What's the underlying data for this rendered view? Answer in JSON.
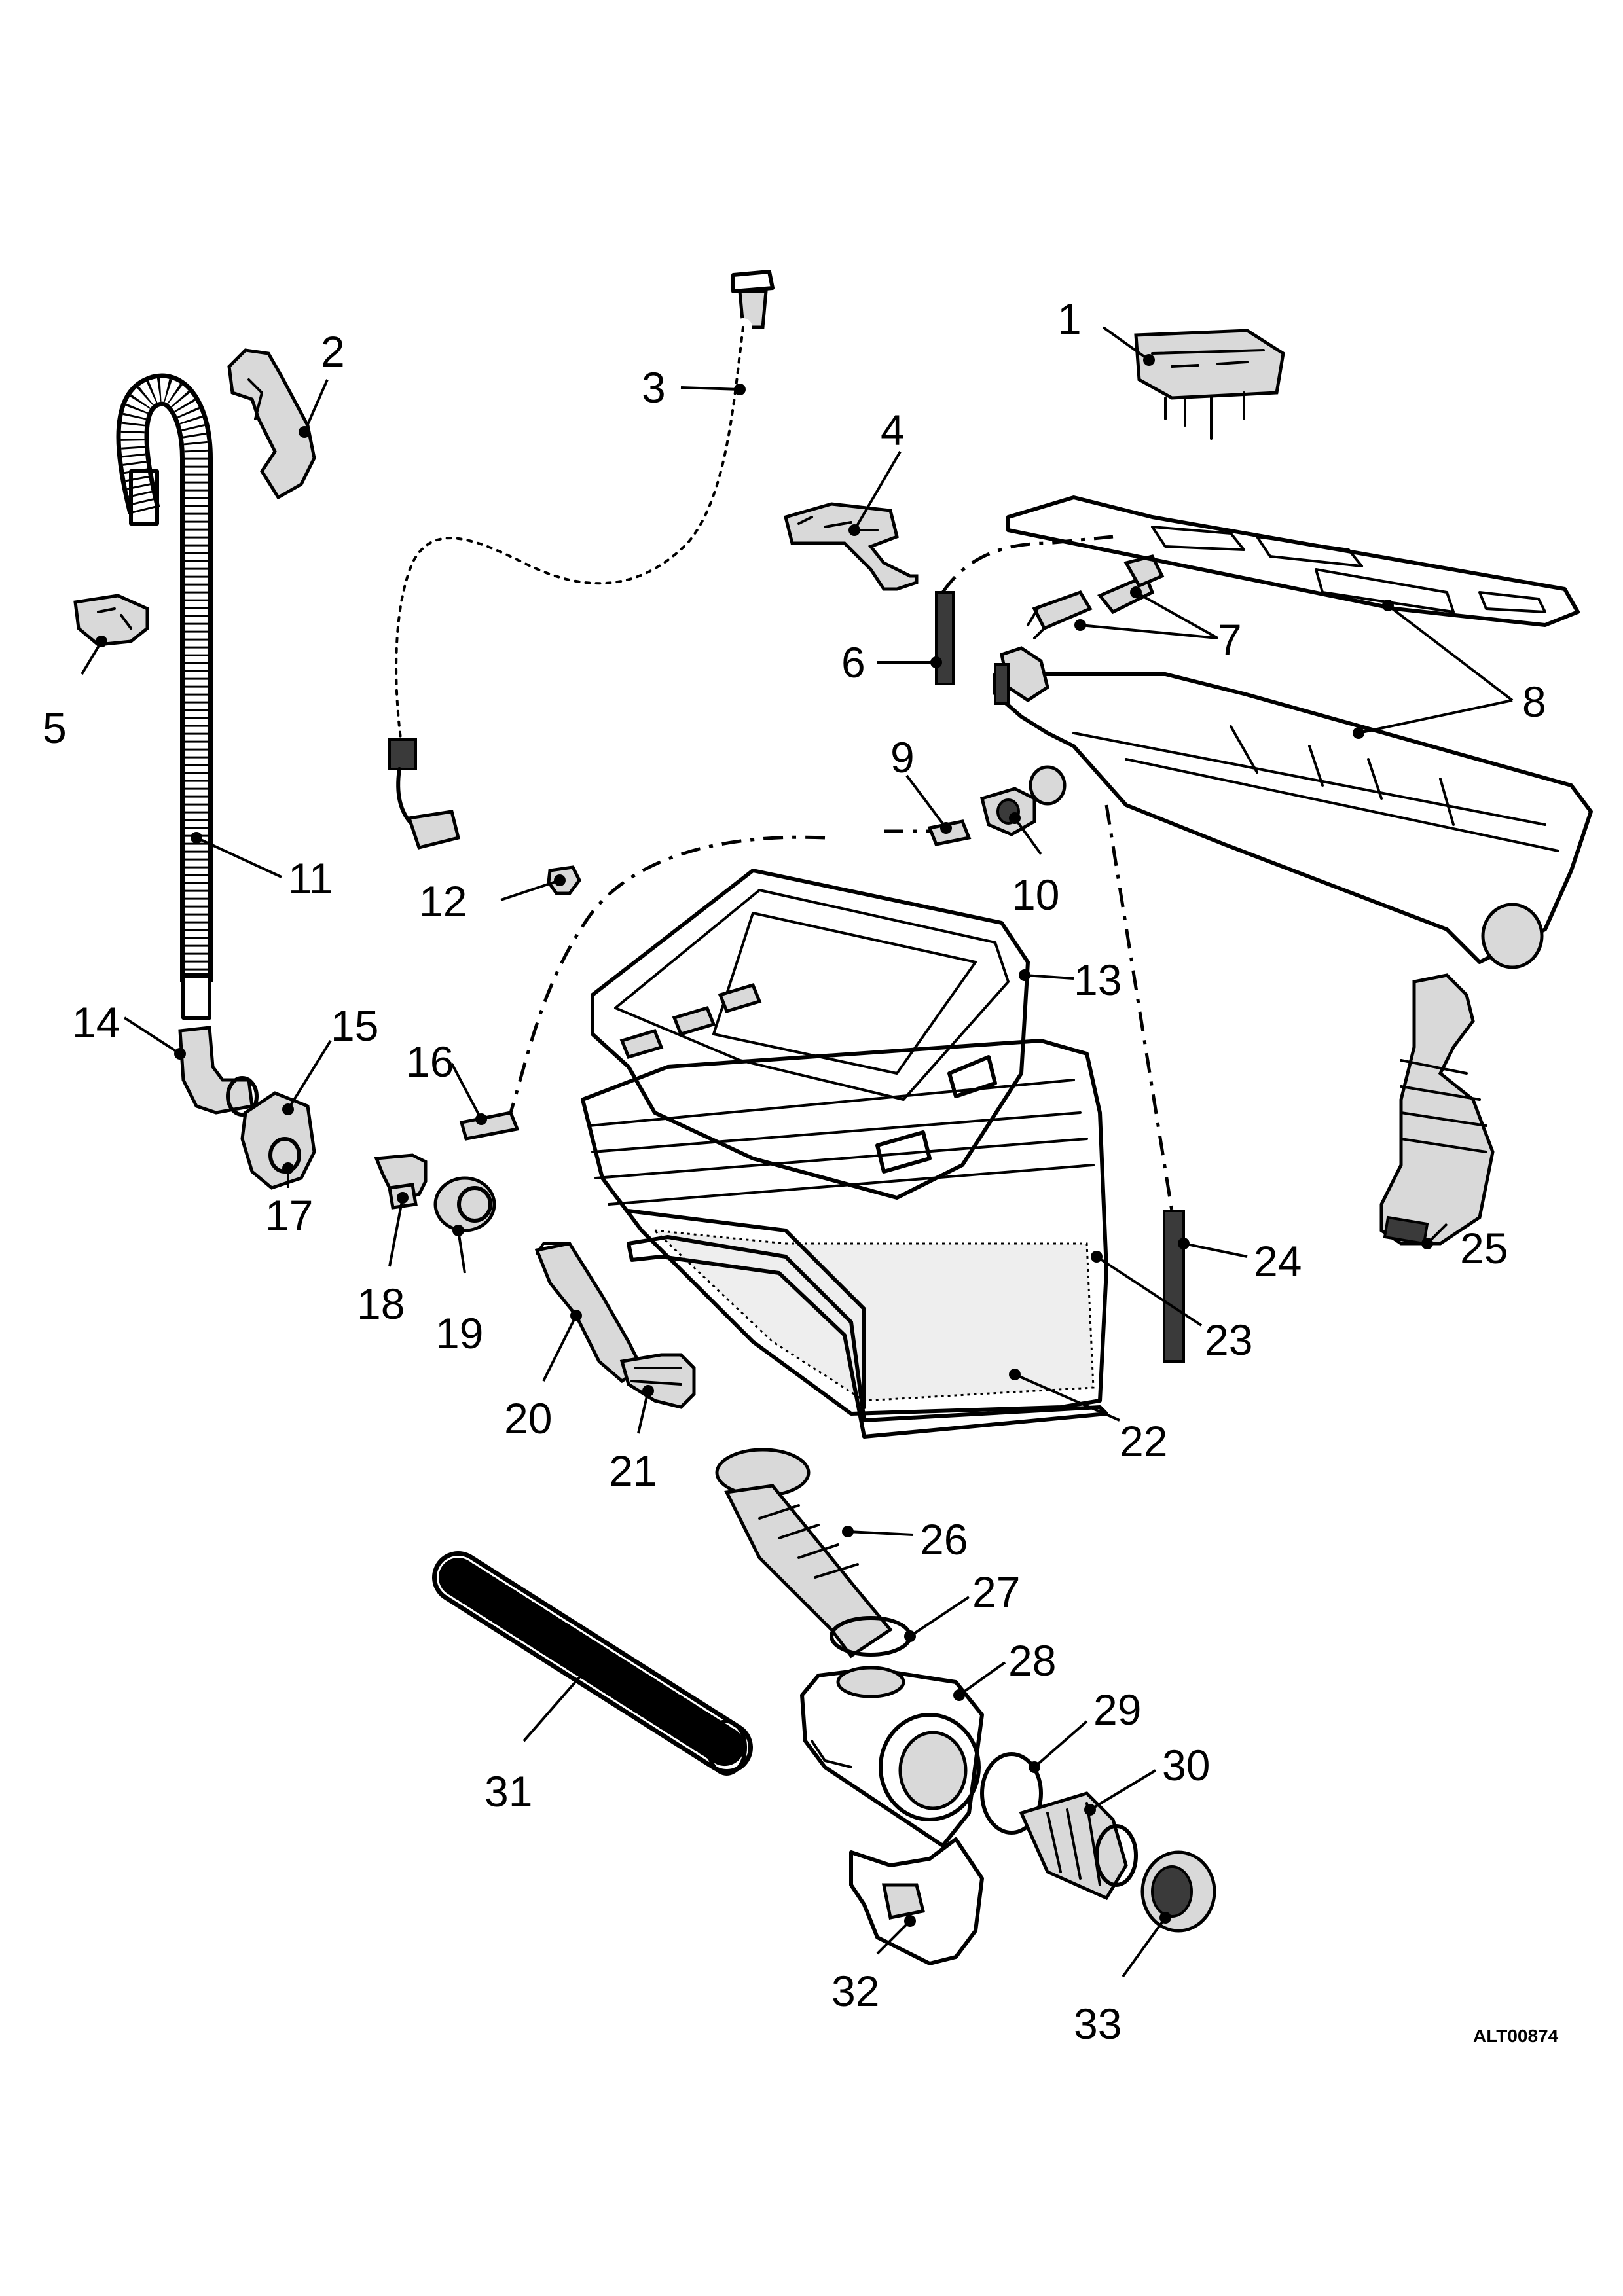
{
  "callouts": [
    "1",
    "2",
    "3",
    "4",
    "5",
    "6",
    "7",
    "8",
    "9",
    "10",
    "11",
    "12",
    "13",
    "14",
    "15",
    "16",
    "17",
    "18",
    "19",
    "20",
    "21",
    "22",
    "23",
    "24",
    "25",
    "26",
    "27",
    "28",
    "29",
    "30",
    "31",
    "32",
    "33"
  ],
  "diagram_code": "ALT00874"
}
